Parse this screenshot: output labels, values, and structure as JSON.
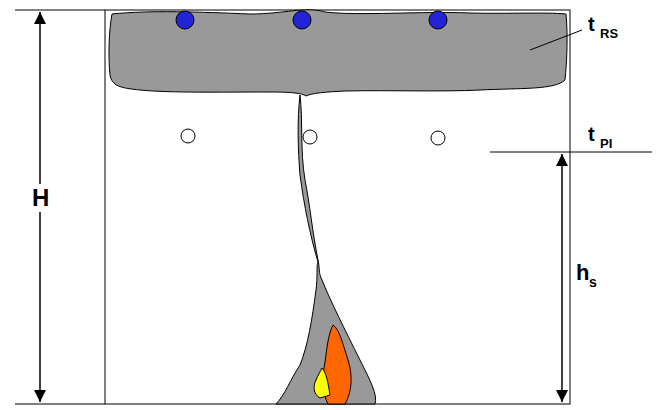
{
  "diagram": {
    "labels": [
      "t",
      "RS",
      "t",
      "PI",
      "H",
      "h",
      "s"
    ]
  }
}
